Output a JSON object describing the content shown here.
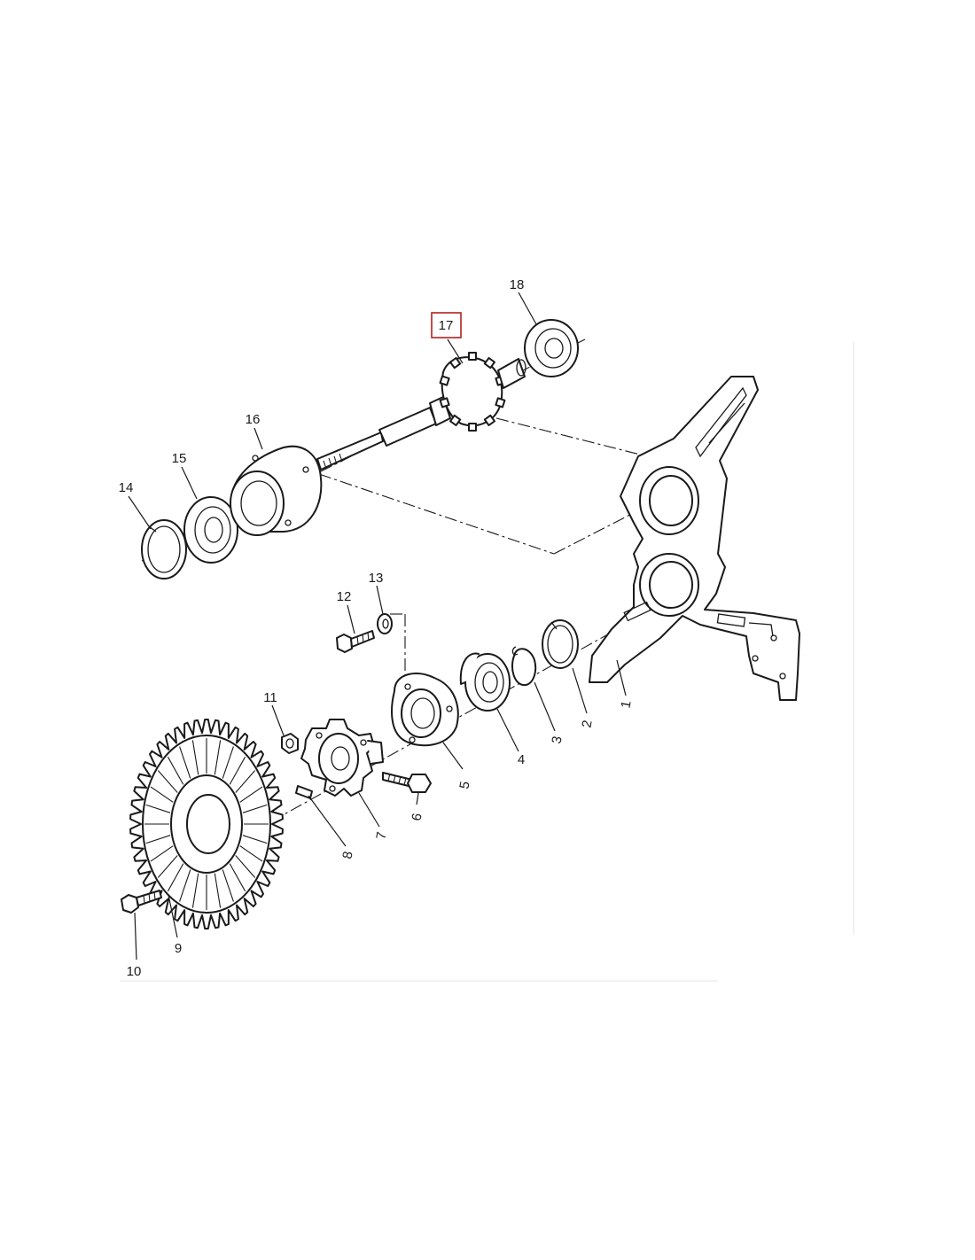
{
  "highlight_color": "#b32020",
  "callouts": {
    "p1": "1",
    "p2": "2",
    "p3": "3",
    "p4": "4",
    "p5": "5",
    "p6": "6",
    "p7": "7",
    "p8": "8",
    "p9": "9",
    "p10": "10",
    "p11": "11",
    "p12": "12",
    "p13": "13",
    "p14": "14",
    "p15": "15",
    "p16": "16",
    "p17": "17",
    "p18": "18"
  },
  "highlighted_callout": "17",
  "parts": [
    {
      "ref": "1",
      "icon": "bracket-icon"
    },
    {
      "ref": "2",
      "icon": "snap-ring-icon"
    },
    {
      "ref": "3",
      "icon": "circlip-icon"
    },
    {
      "ref": "4",
      "icon": "bearing-icon"
    },
    {
      "ref": "5",
      "icon": "bearing-housing-icon"
    },
    {
      "ref": "6",
      "icon": "bolt-icon"
    },
    {
      "ref": "7",
      "icon": "hub-icon"
    },
    {
      "ref": "8",
      "icon": "key-icon"
    },
    {
      "ref": "9",
      "icon": "gear-icon"
    },
    {
      "ref": "10",
      "icon": "bolt-icon"
    },
    {
      "ref": "11",
      "icon": "nut-icon"
    },
    {
      "ref": "12",
      "icon": "bolt-icon"
    },
    {
      "ref": "13",
      "icon": "washer-icon"
    },
    {
      "ref": "14",
      "icon": "snap-ring-icon"
    },
    {
      "ref": "15",
      "icon": "bearing-icon"
    },
    {
      "ref": "16",
      "icon": "bearing-housing-icon"
    },
    {
      "ref": "17",
      "icon": "pinion-shaft-icon"
    },
    {
      "ref": "18",
      "icon": "bearing-icon"
    }
  ]
}
